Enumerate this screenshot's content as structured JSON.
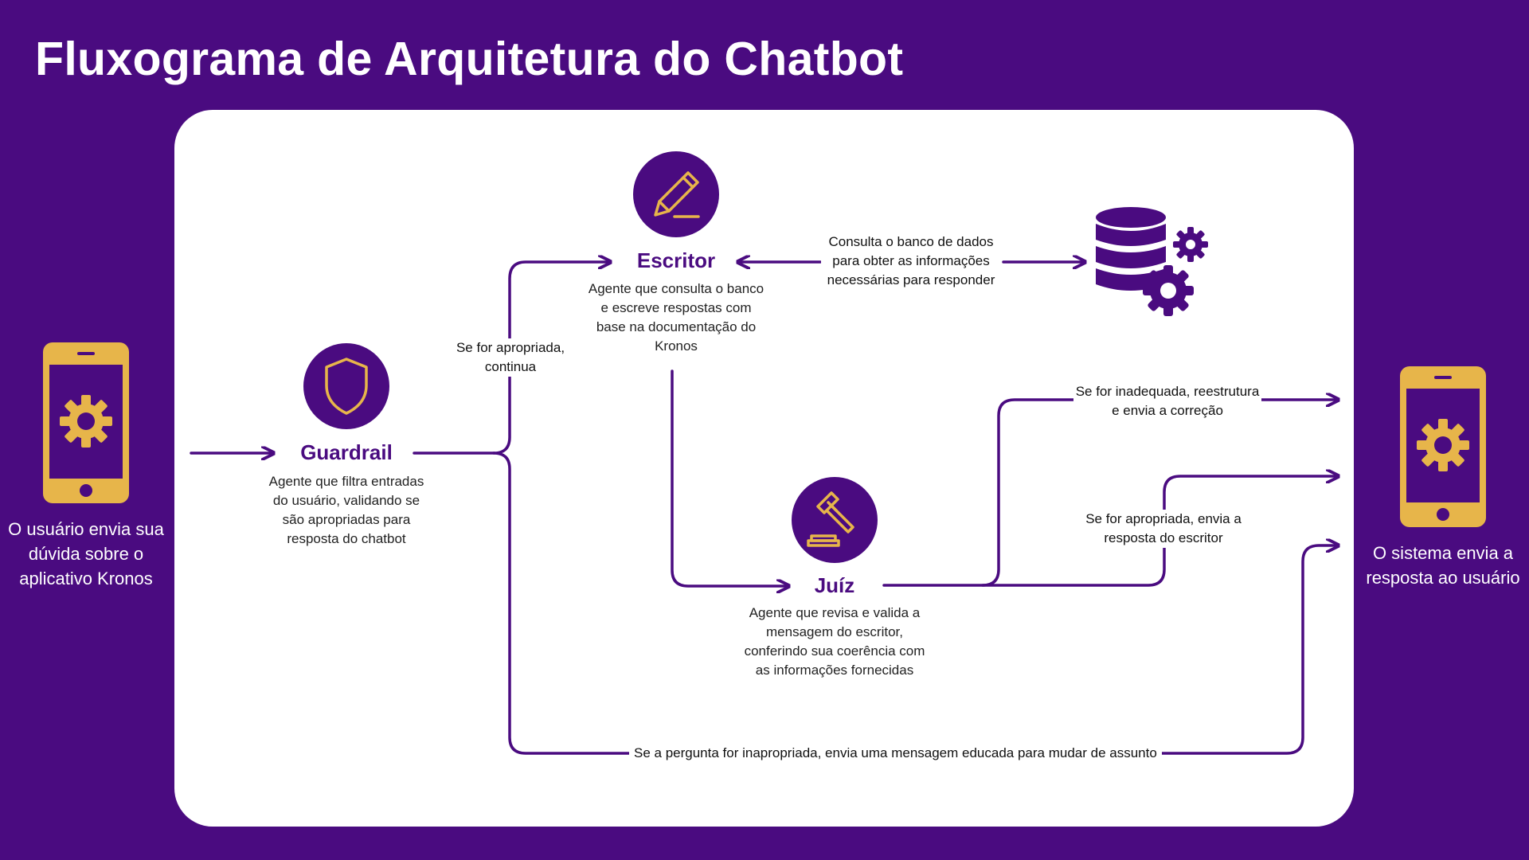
{
  "title": "Fluxograma de Arquitetura do Chatbot",
  "colors": {
    "background": "#4a0b80",
    "accent": "#e7b54a",
    "panel": "#ffffff",
    "text": "#222222"
  },
  "user_side": {
    "icon": "phone-gear-icon",
    "text": "O usuário envia sua dúvida sobre o aplicativo Kronos"
  },
  "system_side": {
    "icon": "phone-gear-icon",
    "text": "O sistema envia a resposta ao usuário"
  },
  "nodes": {
    "guardrail": {
      "icon": "shield-icon",
      "title": "Guardrail",
      "description": "Agente que filtra entradas do usuário, validando se são apropriadas para resposta do chatbot"
    },
    "escritor": {
      "icon": "pencil-icon",
      "title": "Escritor",
      "description": "Agente que consulta o banco e escreve respostas com base na documentação do Kronos"
    },
    "juiz": {
      "icon": "gavel-icon",
      "title": "Juíz",
      "description": "Agente que revisa e valida a mensagem do escritor, conferindo sua coerência com as informações fornecidas"
    },
    "database": {
      "icon": "database-gears-icon"
    }
  },
  "edges": {
    "appropriate_continue": "Se for apropriada, continua",
    "db_query": "Consulta o banco de dados para obter as informações necessárias para responder",
    "inadequate": "Se for inadequada, reestrutura e envia a correção",
    "appropriate_send": "Se for apropriada, envia a resposta do escritor",
    "inappropriate_question": "Se a pergunta for inapropriada, envia uma mensagem educada para mudar de assunto"
  }
}
